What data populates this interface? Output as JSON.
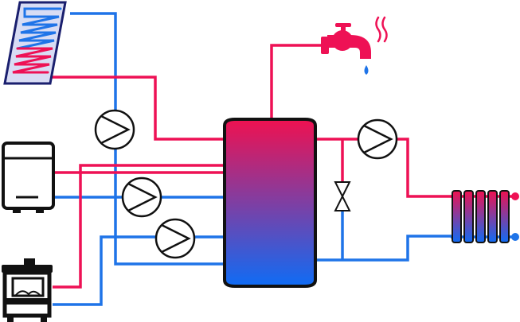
{
  "diagram": {
    "type": "heating-system-schematic",
    "colors": {
      "hot": "#ee1155",
      "cold": "#1f74e8",
      "outline": "#111111",
      "panel": "#d8dcf4",
      "panel_frame": "#1a1f6e",
      "tank_top": "#ef1150",
      "tank_bottom": "#0f6cf5",
      "background": "#ffffff"
    },
    "components": [
      {
        "id": "solar-collector",
        "icon": "solar-panel-icon"
      },
      {
        "id": "wall-boiler",
        "icon": "boiler-icon"
      },
      {
        "id": "wood-stove",
        "icon": "stove-icon"
      },
      {
        "id": "buffer-tank",
        "icon": "storage-tank-icon"
      },
      {
        "id": "hot-water-tap",
        "icon": "faucet-icon"
      },
      {
        "id": "radiator",
        "icon": "radiator-icon"
      },
      {
        "id": "pump-solar",
        "icon": "pump-icon"
      },
      {
        "id": "pump-boiler",
        "icon": "pump-icon"
      },
      {
        "id": "pump-stove",
        "icon": "pump-icon"
      },
      {
        "id": "pump-heating",
        "icon": "pump-icon"
      },
      {
        "id": "bypass-valve",
        "icon": "valve-icon"
      }
    ]
  }
}
